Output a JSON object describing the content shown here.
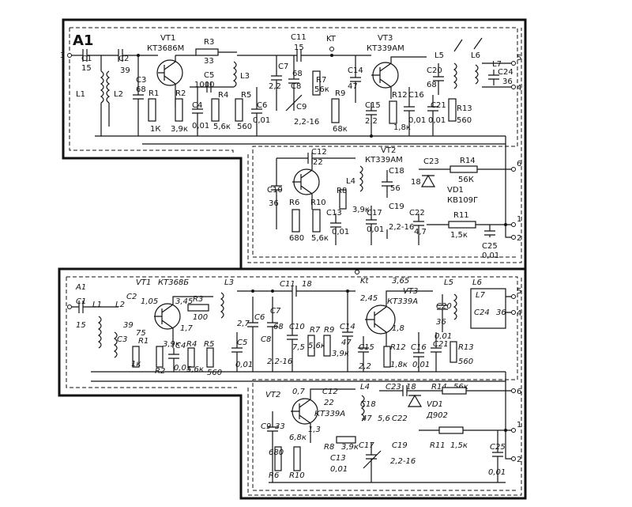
{
  "top": {
    "module": "A1",
    "labels": {
      "vt1": "VT1",
      "vt1_type": "КТ3686М",
      "r3": "R3",
      "r3_val": "33",
      "c11": "C11",
      "c11_val": "15",
      "kt": "KT",
      "vt3": "VT3",
      "vt3_type": "КТ339АМ",
      "l5": "L5",
      "l6": "L6",
      "l7": "L7",
      "c1": "C1",
      "c1_val": "15",
      "c2": "C2",
      "c2_val": "39",
      "c3": "C3",
      "c3_val": "68",
      "l1": "L1",
      "l2": "L2",
      "r1": "R1",
      "r1_val": "1К",
      "r2": "R2",
      "r2_val": "3,9к",
      "c4": "C4",
      "c4_val": "0,01",
      "c5": "C5",
      "c5_val": "1000",
      "l3": "L3",
      "r4": "R4",
      "r4_val": "5,6к",
      "r5": "R5",
      "r5_val": "560",
      "c6": "C6",
      "c6_val": "0,01",
      "c7": "C7",
      "c7_val": "2,2",
      "c8": "C8",
      "c8_val": "68",
      "c9": "C9",
      "c9_val": "2,2-16",
      "r7": "R7",
      "r7_val": "56к",
      "r9": "R9",
      "r9_val": "68к",
      "c14": "C14",
      "c14_val": "47",
      "c15": "C15",
      "c15_val": "2,2",
      "r12": "R12",
      "r12_val": "1,8к",
      "c16": "C16",
      "c16_val": "0,01",
      "c20": "C20",
      "c20_val": "68",
      "c21": "C21",
      "c21_val": "0,01",
      "r13": "R13",
      "r13_val": "560",
      "c24": "C24",
      "c24_val": "36",
      "c12": "C12",
      "c12_val": "22",
      "vt2": "VT2",
      "vt2_type": "КТ339АМ",
      "c23": "C23",
      "r14": "R14",
      "r14_val": "56К",
      "c10": "C10",
      "c10_val": "36",
      "r6": "R6",
      "r6_val": "680",
      "r10": "R10",
      "r10_val": "5,6к",
      "r8": "R8",
      "r8_val": "3,9к",
      "l4": "L4",
      "c18": "C18",
      "c18_val": "56",
      "c18_extra": "18",
      "vd1": "VD1",
      "vd1_type": "КВ109Г",
      "c13": "C13",
      "c13_val": "0,01",
      "c17": "C17",
      "c17_val": "0,01",
      "c19": "C19",
      "c19_val": "2,2-16",
      "c22": "C22",
      "c22_val": "4,7",
      "r11": "R11",
      "r11_val": "1,5к",
      "c25": "C25",
      "c25_val": "0,01",
      "pins": [
        "3",
        "5",
        "4",
        "6",
        "1",
        "2"
      ]
    }
  },
  "bottom": {
    "labels": {
      "a1": "A1",
      "vt1": "VT1",
      "vt1_type": "КТ368Б",
      "l3": "L3",
      "c11": "C11",
      "c11_val": "18",
      "kt": "Kt",
      "v365": "3,65",
      "l5": "L5",
      "l6": "L6",
      "c1": "C1",
      "c1_val": "15",
      "l1": "L1",
      "l2": "L2",
      "c2": "C2",
      "v105": "1,05",
      "v345": "3,45",
      "r3": "R3",
      "r3_val": "100",
      "v17": "1,7",
      "c2_val": "39",
      "c3": "C3",
      "c3_val": "75",
      "r1": "R1",
      "r1_val": "1к",
      "r2": "R2",
      "r2_val": "3,9к",
      "c4": "C4",
      "c4_val": "0,01",
      "r4": "R4",
      "r4_val": "5,6к",
      "r5": "R5",
      "r5_val": "560",
      "c5": "C5",
      "c5_val": "0,01",
      "c6": "C6",
      "c6_val": "2,7",
      "c7": "C7",
      "c7_val": "68",
      "c8": "C8",
      "c8_val": "2,2-16",
      "c10": "C10",
      "c10_val": "7,5",
      "r7": "R7",
      "r7_val": "5,6к",
      "r9": "R9",
      "r9_val": "3,9к",
      "c14": "C14",
      "c14_val": "47",
      "v245": "2,45",
      "vt3": "VT3",
      "vt3_type": "КТ339А",
      "v18": "1,8",
      "c15": "C15",
      "c15_val": "2,2",
      "r12": "R12",
      "r12_val": "1,8к",
      "c16": "C16",
      "c16_val": "0,01",
      "c20": "C20",
      "c20_val": "36",
      "c21": "C21",
      "c21_val": "0,01",
      "r13": "R13",
      "r13_val": "560",
      "l7": "L7",
      "c24": "C24",
      "c24_val": "36",
      "vt2": "VT2",
      "v07": "0,7",
      "c12": "C12",
      "c12_val": "22",
      "vt2_type": "КТ339А",
      "v13": "1,3",
      "c9": "C9",
      "c9_val": "33",
      "r6": "R6",
      "r6_val": "680",
      "r10": "R10",
      "r10_val": "6,8к",
      "r8": "R8",
      "r8_val": "3,9к",
      "c13": "C13",
      "c13_val": "0,01",
      "l4": "L4",
      "c18": "C18",
      "c18_val": "47",
      "c23": "C23",
      "c23_val": "18",
      "c22": "C22",
      "c22_val": "5,6",
      "r14": "R14",
      "r14_val": "56к",
      "vd1": "VD1",
      "vd1_type": "Д902",
      "c17": "C17",
      "c19": "C19",
      "c19_val": "2,2-16",
      "r11": "R11",
      "r11_val": "1,5к",
      "c25": "C25",
      "c25_val": "0,01",
      "pins": [
        "5",
        "4",
        "6",
        "1",
        "2"
      ]
    }
  }
}
